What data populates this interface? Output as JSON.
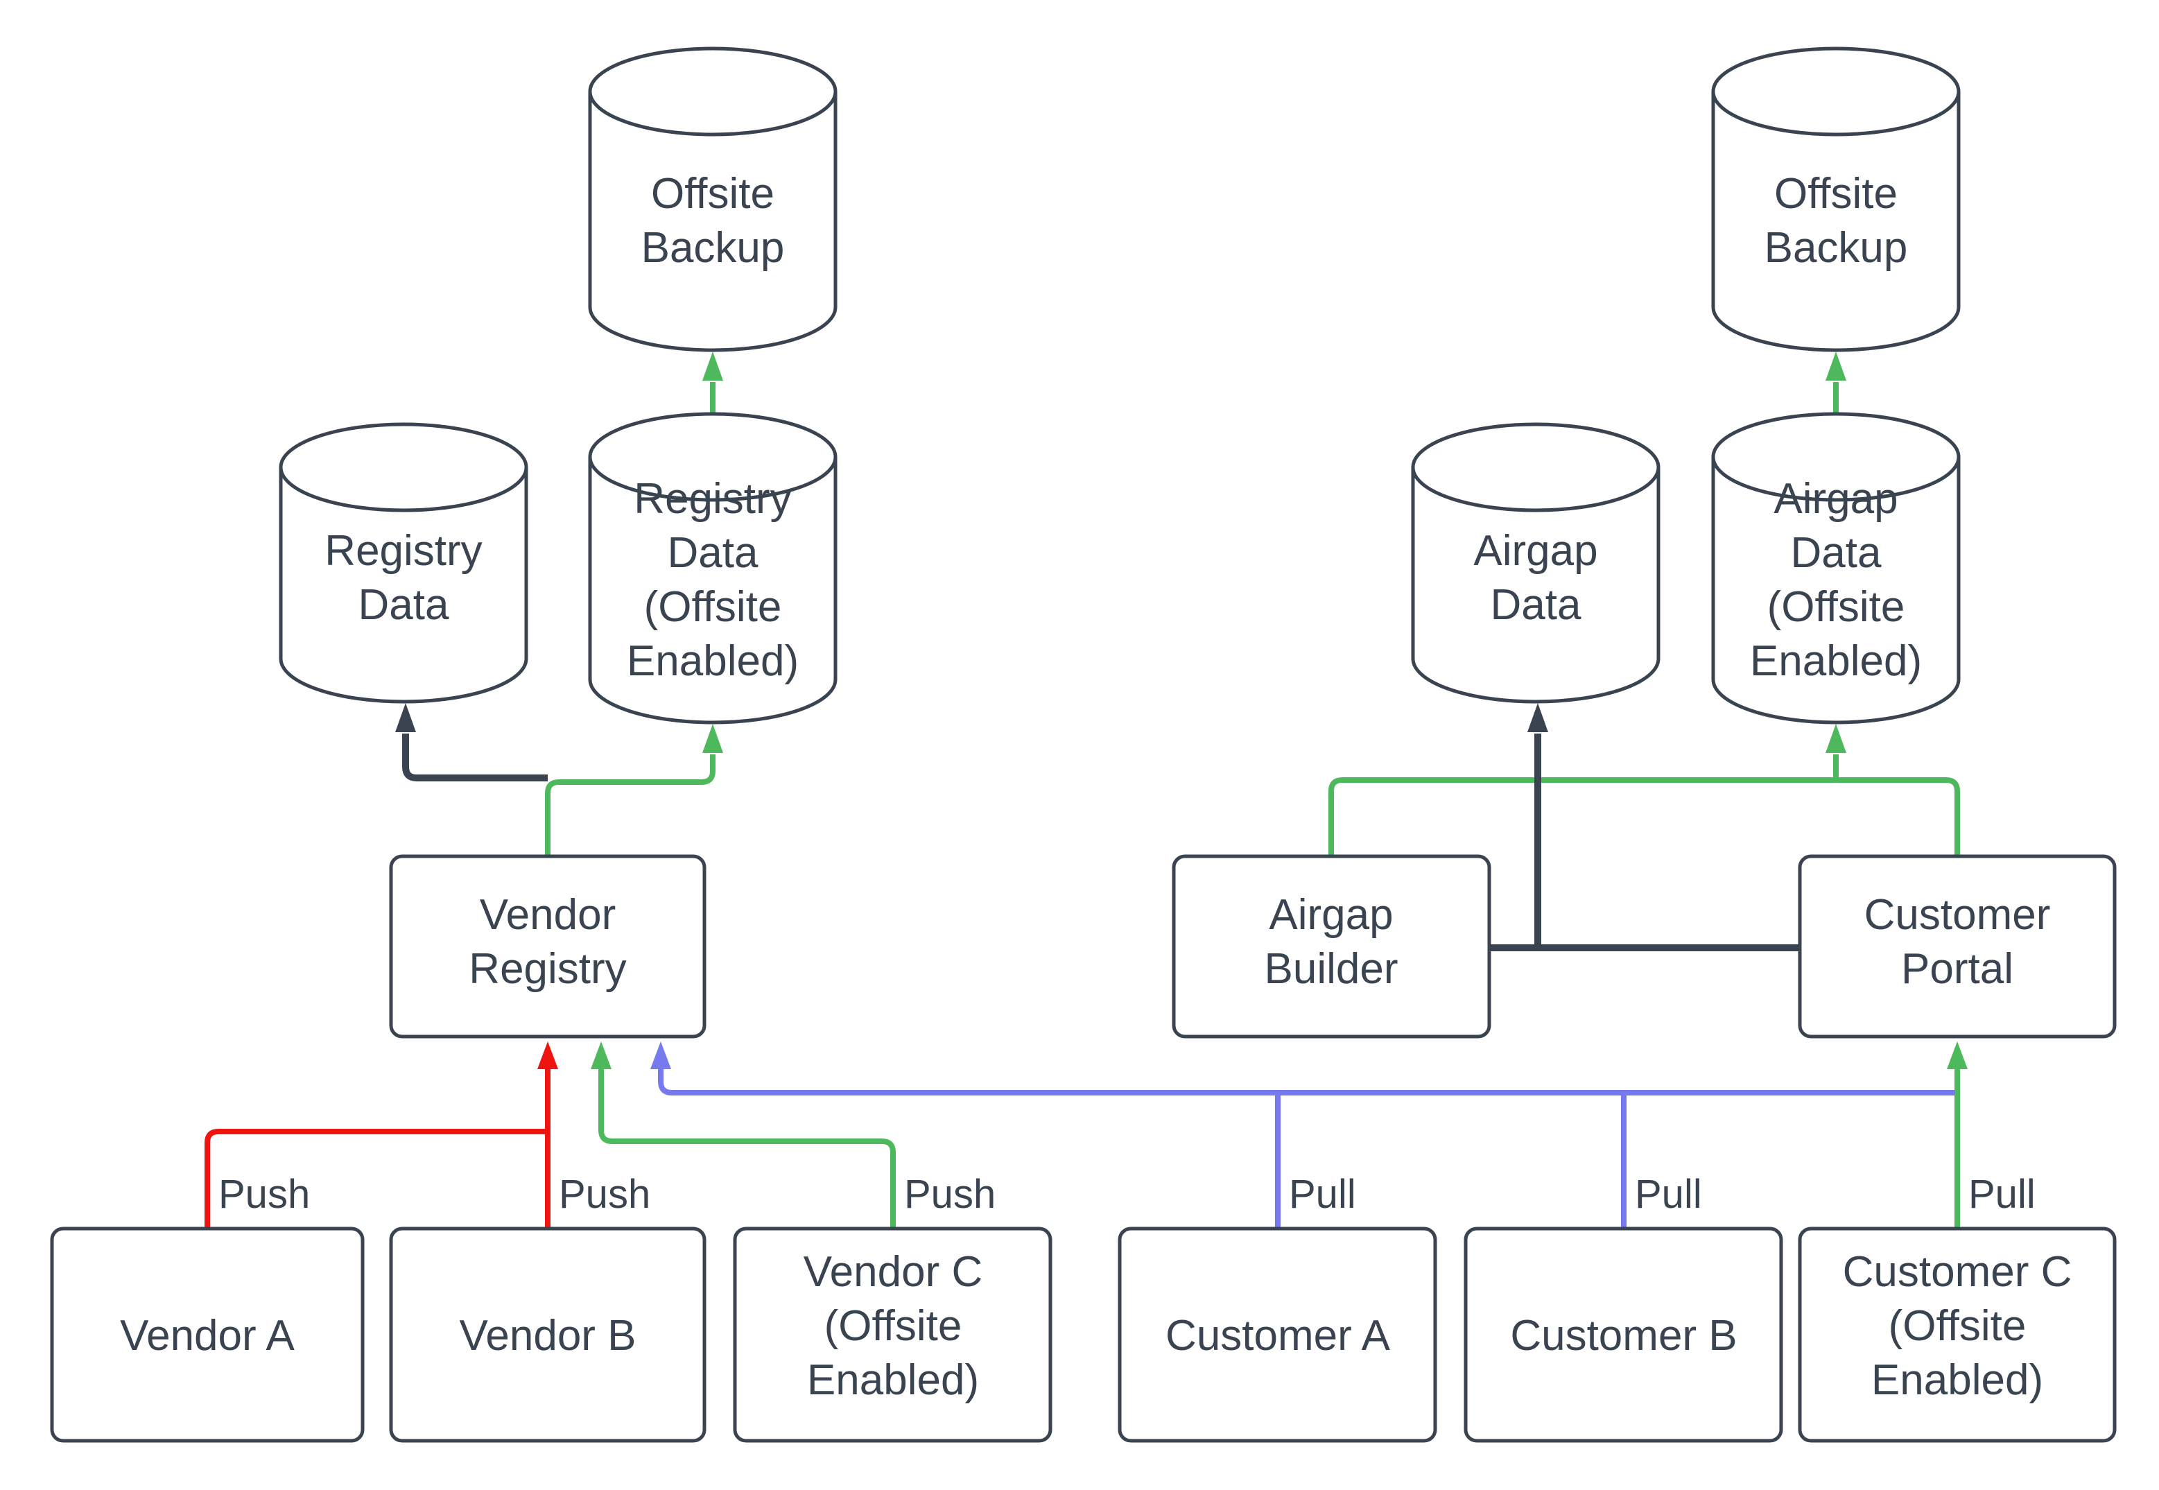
{
  "colors": {
    "background": "#ffffff",
    "text": "#3a4450",
    "shape_stroke": "#3a4450",
    "connector_dark": "#3a4450",
    "push_red": "#ee1511",
    "offsite_green": "#4eb85c",
    "pull_purple": "#7779ef"
  },
  "nodes": {
    "offsite_backup_left": {
      "kind": "cylinder",
      "lines": [
        "Offsite",
        "Backup"
      ]
    },
    "registry_data": {
      "kind": "cylinder",
      "lines": [
        "Registry",
        "Data"
      ]
    },
    "registry_data_offsite": {
      "kind": "cylinder",
      "lines": [
        "Registry",
        "Data",
        "(Offsite",
        "Enabled)"
      ]
    },
    "vendor_registry": {
      "kind": "process",
      "lines": [
        "Vendor",
        "Registry"
      ]
    },
    "vendor_a": {
      "kind": "process",
      "lines": [
        "Vendor A"
      ]
    },
    "vendor_b": {
      "kind": "process",
      "lines": [
        "Vendor B"
      ]
    },
    "vendor_c": {
      "kind": "process",
      "lines": [
        "Vendor C",
        "(Offsite",
        "Enabled)"
      ]
    },
    "offsite_backup_right": {
      "kind": "cylinder",
      "lines": [
        "Offsite",
        "Backup"
      ]
    },
    "airgap_data": {
      "kind": "cylinder",
      "lines": [
        "Airgap",
        "Data"
      ]
    },
    "airgap_data_offsite": {
      "kind": "cylinder",
      "lines": [
        "Airgap",
        "Data",
        "(Offsite",
        "Enabled)"
      ]
    },
    "airgap_builder": {
      "kind": "process",
      "lines": [
        "Airgap",
        "Builder"
      ]
    },
    "customer_portal": {
      "kind": "process",
      "lines": [
        "Customer",
        "Portal"
      ]
    },
    "customer_a": {
      "kind": "process",
      "lines": [
        "Customer A"
      ]
    },
    "customer_b": {
      "kind": "process",
      "lines": [
        "Customer B"
      ]
    },
    "customer_c": {
      "kind": "process",
      "lines": [
        "Customer C",
        "(Offsite",
        "Enabled)"
      ]
    }
  },
  "edges": {
    "vendor_a_push": {
      "label": "Push"
    },
    "vendor_b_push": {
      "label": "Push"
    },
    "vendor_c_push": {
      "label": "Push"
    },
    "customer_a_pull": {
      "label": "Pull"
    },
    "customer_b_pull": {
      "label": "Pull"
    },
    "customer_c_pull": {
      "label": "Pull"
    }
  }
}
